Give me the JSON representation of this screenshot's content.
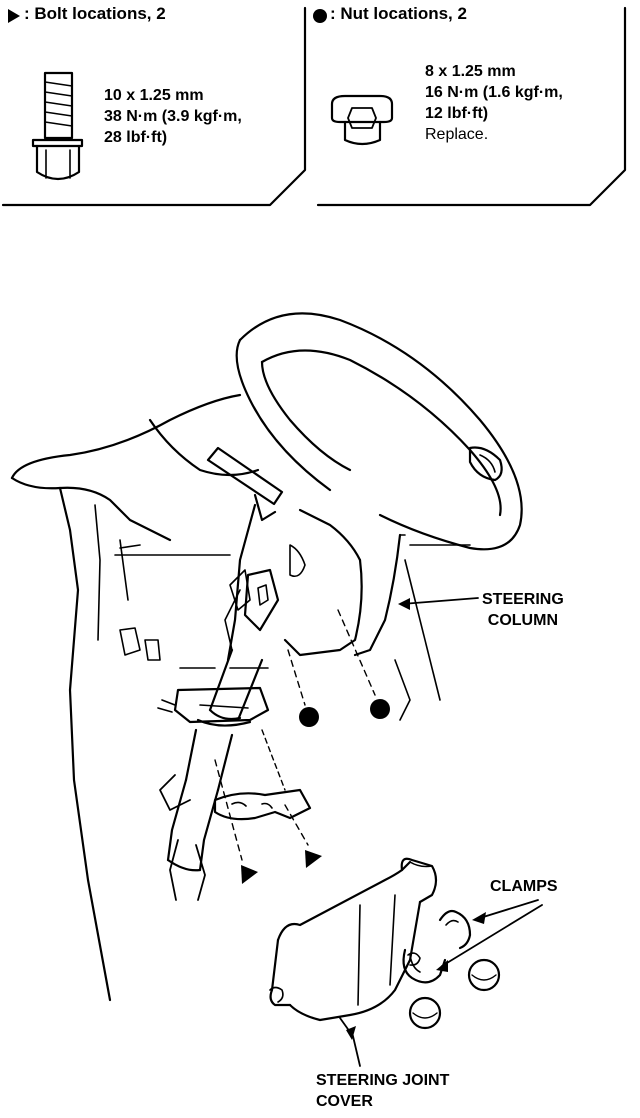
{
  "legend": {
    "bolt": {
      "header": ": Bolt locations, 2",
      "spec_lines": [
        "10 x 1.25 mm",
        "38 N·m (3.9 kgf·m,",
        "28 lbf·ft)"
      ],
      "icon": "bolt-icon"
    },
    "nut": {
      "header": ": Nut locations, 2",
      "spec_lines": [
        "8 x 1.25 mm",
        "16 N·m (1.6 kgf·m,",
        "12 lbf·ft)"
      ],
      "note": "Replace.",
      "icon": "nut-icon"
    }
  },
  "labels": {
    "steering_column": [
      "STEERING",
      "COLUMN"
    ],
    "clamps": "CLAMPS",
    "steering_joint_cover": [
      "STEERING JOINT",
      "COVER"
    ]
  },
  "markers": {
    "bolt_symbol": "triangle-marker",
    "nut_symbol": "dot-marker"
  }
}
